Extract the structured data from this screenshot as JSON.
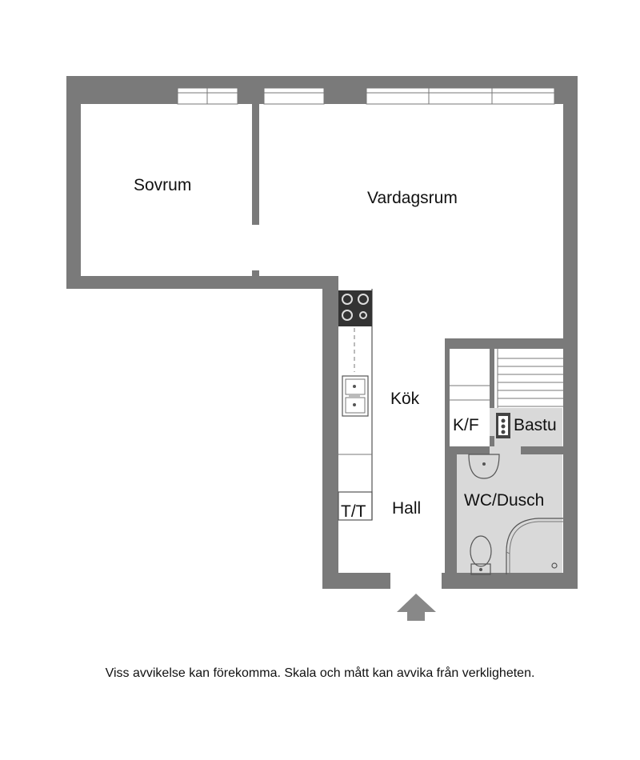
{
  "rooms": {
    "bedroom": "Sovrum",
    "living": "Vardagsrum",
    "kitchen": "Kök",
    "hall": "Hall",
    "laundry": "K/F",
    "sauna": "Bastu",
    "bathroom": "WC/Dusch",
    "wardrobe": "T/T"
  },
  "disclaimer": "Viss avvikelse kan förekomma. Skala och mått kan avvika från verkligheten.",
  "colors": {
    "wall": "#7a7a7a",
    "wet_area": "#d9d9d9",
    "entrance_arrow": "#888888"
  },
  "icons": [
    "stove-icon",
    "sink-icon",
    "washbasin-icon",
    "toilet-icon",
    "shower-icon",
    "sauna-heater-icon",
    "entrance-arrow-icon"
  ]
}
